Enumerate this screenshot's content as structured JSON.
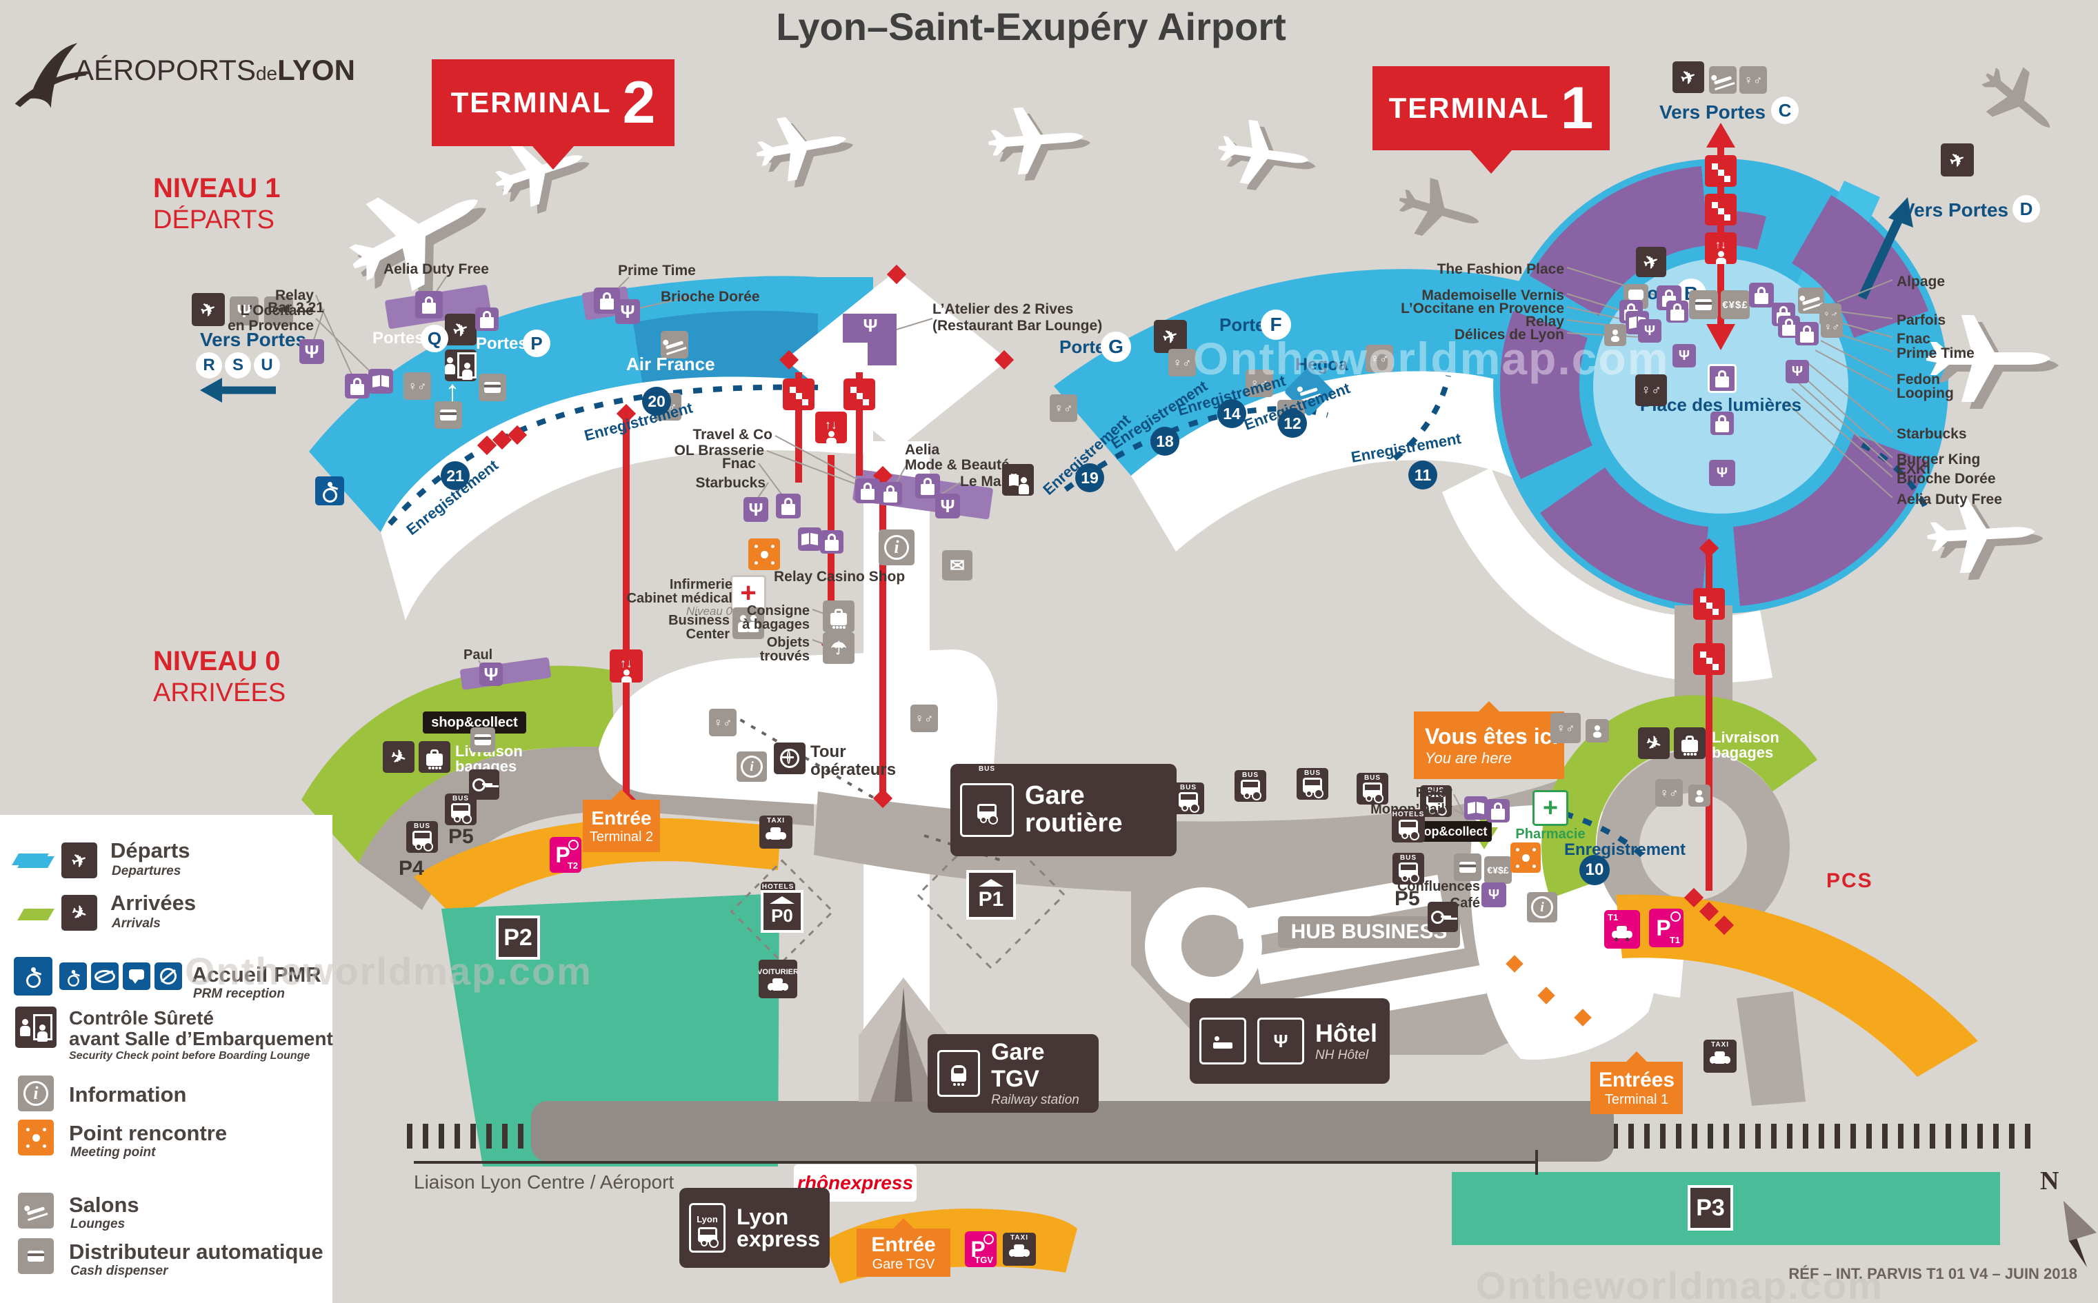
{
  "colors": {
    "red": "#d8232a",
    "blue": "#3ab5e0",
    "light_blue": "#a8dcf1",
    "navy": "#0f5181",
    "green": "#9cc23e",
    "orange": "#f08122",
    "yellow": "#f6a81c",
    "pink": "#e6007e",
    "teal": "#48bd98",
    "purple": "#8a63a5",
    "dark": "#463635",
    "gray": "#9d9691"
  },
  "glyphs": {
    "plane": "✈",
    "wc": "♀♂",
    "fork": "Ψ",
    "info": "i",
    "lift": "↑↓",
    "up_arrow": "↑",
    "cross": "+",
    "mail": "✉",
    "currency": "€¥$£",
    "umbrella": "☂",
    "north": "N"
  },
  "header": {
    "title": "Lyon–Saint-Exupéry Airport",
    "brand1": "AÉROPORTS",
    "brand2": "de",
    "brand3": "LYON"
  },
  "signs": {
    "terminal": "TERMINAL",
    "t2": "2",
    "t1": "1"
  },
  "levels": {
    "n1": "NIVEAU 1",
    "n1sub": "DÉPARTS",
    "n0": "NIVEAU 0",
    "n0sub": "ARRIVÉES"
  },
  "legend": {
    "departs": "Départs",
    "departs_sub": "Departures",
    "arrivees": "Arrivées",
    "arrivees_sub": "Arrivals",
    "pmr": "Accueil PMR",
    "pmr_sub": "PRM reception",
    "controle1": "Contrôle Sûreté",
    "controle2": "avant Salle d’Embarquement",
    "controle_sub": "Security Check point before Boarding Lounge",
    "information": "Information",
    "rencontre": "Point rencontre",
    "rencontre_sub": "Meeting point",
    "salons": "Salons",
    "salons_sub": "Lounges",
    "distributeur": "Distributeur automatique",
    "distributeur_sub": "Cash dispenser"
  },
  "common": {
    "portes": "Portes",
    "vers_portes": "Vers Portes",
    "enregistrement": "Enregistrement",
    "taxi": "TAXI",
    "hotels": "HOTELS",
    "bus": "BUS"
  },
  "t2": {
    "gates": {
      "r": "R",
      "s": "S",
      "u": "U",
      "q": "Q",
      "p": "P"
    },
    "air_france": "Air France",
    "n21": "21",
    "n20": "20",
    "labels": {
      "aelia": "Aelia Duty Free",
      "prime": "Prime Time",
      "brioche": "Brioche Dorée",
      "relay": "Relay",
      "occitane1": "L’Occitane",
      "occitane2": "en Provence",
      "bar": "Bar 2.21",
      "atelier1": "L’Atelier des 2 Rives",
      "atelier2": "(Restaurant Bar Lounge)",
      "travel": "Travel & Co",
      "ol": "OL Brasserie",
      "fnac": "Fnac",
      "starbucks": "Starbucks",
      "aelia_mode1": "Aelia",
      "aelia_mode2": "Mode & Beauté",
      "marche": "Le Marché",
      "relay_casino": "Relay Casino Shop",
      "paul": "Paul"
    },
    "services": {
      "infirmerie1": "Infirmerie",
      "infirmerie2": "Cabinet médical",
      "infirmerie3": "Niveau 0",
      "business1": "Business",
      "business2": "Center",
      "consigne1": "Consigne",
      "consigne2": "à bagages",
      "objets1": "Objets",
      "objets2": "trouvés",
      "tour1": "Tour",
      "tour2": "opérateurs"
    }
  },
  "t1": {
    "gates": {
      "b": "B",
      "c": "C",
      "d": "D",
      "f": "F",
      "g": "G"
    },
    "nums": {
      "n19": "19",
      "n18": "18",
      "n14": "14",
      "n12": "12",
      "n11": "11",
      "n10": "10"
    },
    "hegoa": "Hegoa",
    "place": "Place des lumières",
    "shops_left": [
      "The Fashion Place",
      "Mademoiselle Vernis",
      "L’Occitane en Provence",
      "Relay",
      "Délices de Lyon"
    ],
    "shops_right": [
      "Alpage",
      "Parfois",
      "Fnac",
      "Prime Time",
      "Fedon",
      "Looping",
      "Starbucks",
      "Burger King",
      "EXKI",
      "Brioche Dorée",
      "Aelia Duty Free"
    ],
    "pharmacie": "Pharmacie",
    "pcs": "PCS"
  },
  "ground": {
    "gare_routiere1": "Gare",
    "gare_routiere2": "routière",
    "gare_tgv": "Gare TGV",
    "railway": "Railway station",
    "hub": "HUB BUSINESS",
    "hotel": "Hôtel",
    "nh": "NH Hôtel",
    "vous": "Vous êtes ici",
    "you": "You are here",
    "entree": "Entrée",
    "entrees": "Entrées",
    "terminal2": "Terminal 2",
    "terminal1": "Terminal 1",
    "gare_tgv2": "Gare TGV",
    "livraison1": "Livraison",
    "livraison2": "bagages",
    "shopcollect": "shop&collect",
    "relay": "Relay",
    "monop": "Monop’Daily",
    "confluences1": "Confluences",
    "confluences2": "Café",
    "liaison": "Liaison Lyon Centre / Aéroport",
    "rhonexpress": "rhônexpress",
    "lyon1": "Lyon",
    "lyon2": "express",
    "lyon_badge": "Lyon",
    "pletter": "P",
    "p0": "P0",
    "p1": "P1",
    "p2": "P2",
    "p3": "P3",
    "p4": "P4",
    "p5": "P5",
    "p5b": "P5",
    "voiturier": "VOITURIER",
    "pt2": "T2",
    "pt1": "T1",
    "ptgv": "TGV",
    "t1drop": "T1"
  },
  "footer": {
    "ref": "RÉF – INT. PARVIS T1 01 V4 – JUIN 2018"
  },
  "watermark": "Ontheworldmap.com"
}
